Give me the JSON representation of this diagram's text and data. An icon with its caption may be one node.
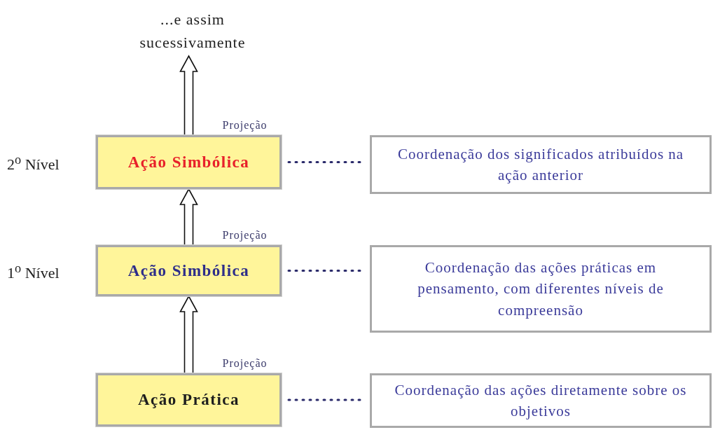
{
  "diagram": {
    "nodes": [
      {
        "text": [
          "...e assim sucessivamente"
        ]
      },
      {
        "text": [
          "Ação Simbólica"
        ],
        "beside": [
          "2$^{o}$ Nível"
        ]
      },
      {
        "text": [
          "Coordenação dos significados atribuídos na ação anterior"
        ]
      },
      {
        "text": [
          "Ação Simbólica"
        ],
        "beside": [
          "1$^{o}$ Nível"
        ]
      },
      {
        "text": [
          "Coordenação das ações práticas em pensamento, com diferentes níveis de compreensão"
        ]
      },
      {
        "text": [
          "Ação Prática"
        ]
      },
      {
        "text": [
          "Coordenação das ações diretamente sobre os objetivos"
        ]
      }
    ],
    "edges": [
      {
        "from": 1,
        "to": 0,
        "arrow": "to",
        "label": "Projeção"
      },
      {
        "from": 3,
        "to": 1,
        "arrow": "to",
        "label": "Projeção"
      },
      {
        "from": 5,
        "to": 3,
        "arrow": "to",
        "label": "Projeção"
      },
      {
        "from": 1,
        "to": 2,
        "arrow": "none",
        "style": "dashed"
      },
      {
        "from": 3,
        "to": 4,
        "arrow": "none",
        "style": "dashed"
      },
      {
        "from": 5,
        "to": 6,
        "arrow": "none",
        "style": "dashed"
      }
    ]
  }
}
